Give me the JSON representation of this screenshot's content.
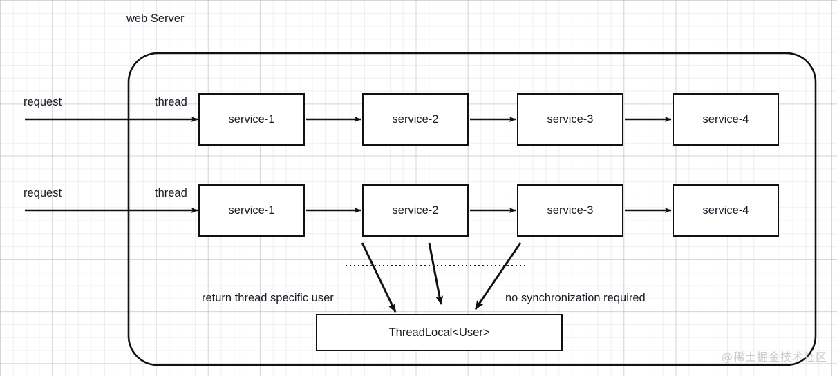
{
  "diagram": {
    "title": "web Server",
    "container_label": "web Server",
    "colors": {
      "stroke": "#111111",
      "text": "#1a1a25",
      "background": "#ffffff",
      "grid_minor": "#c8c8cd",
      "grid_major": "#aaaab2",
      "watermark": "#c9c9cf"
    },
    "rows": [
      {
        "id": "thread-row-1",
        "request_label": "request",
        "thread_label": "thread",
        "services": [
          {
            "label": "service-1"
          },
          {
            "label": "service-2"
          },
          {
            "label": "service-3"
          },
          {
            "label": "service-4"
          }
        ]
      },
      {
        "id": "thread-row-2",
        "request_label": "request",
        "thread_label": "thread",
        "services": [
          {
            "label": "service-1"
          },
          {
            "label": "service-2"
          },
          {
            "label": "service-3"
          },
          {
            "label": "service-4"
          }
        ]
      }
    ],
    "threadlocal": {
      "label": "ThreadLocal<User>",
      "left_annotation": "return thread specific user",
      "right_annotation": "no synchronization required",
      "incoming_arrow_count": 3,
      "separator": "dotted-line"
    },
    "watermark": "@稀土掘金技术社区"
  }
}
